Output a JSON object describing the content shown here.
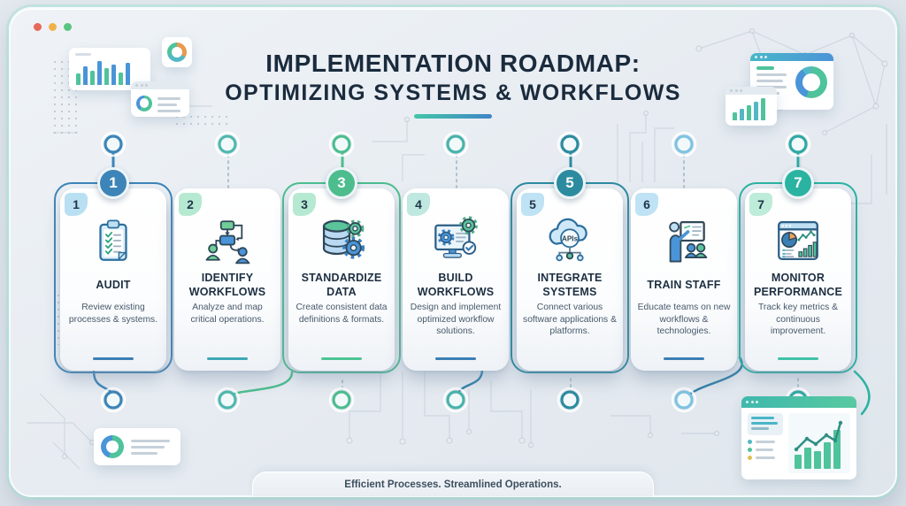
{
  "window": {
    "dots": [
      "#e8685a",
      "#f0b14a",
      "#58c581"
    ]
  },
  "header": {
    "title_line1": "IMPLEMENTATION ROADMAP:",
    "title_line2": "OPTIMIZING SYSTEMS & WORKFLOWS",
    "accent_gradient": [
      "#43c6a8",
      "#3f85c6"
    ]
  },
  "footer": {
    "tagline": "Efficient Processes. Streamlined Operations."
  },
  "icons": {
    "api_label": "APIs"
  },
  "steps": [
    {
      "num": "1",
      "title": "AUDIT",
      "desc": "Review existing processes & systems.",
      "icon": "clipboard-checklist-icon",
      "outlined": true,
      "outline_color": "#3d85b8",
      "circle_color": "#3d85b8",
      "badge_bg": "#b9dff2",
      "underline": "#3b7fb4",
      "node_color": "#3d85b8"
    },
    {
      "num": "2",
      "title": "IDENTIFY WORKFLOWS",
      "desc": "Analyze and map critical operations.",
      "icon": "flowchart-people-icon",
      "outlined": false,
      "badge_bg": "#b6e9d1",
      "underline": "#3fa8b5",
      "node_color": "#4fb8ae"
    },
    {
      "num": "3",
      "title": "STANDARDIZE DATA",
      "desc": "Create consistent data definitions & formats.",
      "icon": "database-gears-icon",
      "outlined": true,
      "outline_color": "#4dbd8e",
      "circle_color": "#4dbd8e",
      "badge_bg": "#b6e9d1",
      "underline": "#4ec494",
      "node_color": "#4dbd8e"
    },
    {
      "num": "4",
      "title": "BUILD WORKFLOWS",
      "desc": "Design and implement optimized workflow solutions.",
      "icon": "monitor-gears-icon",
      "outlined": false,
      "badge_bg": "#bfe8e0",
      "underline": "#3b7fb4",
      "node_color": "#49b3ab"
    },
    {
      "num": "5",
      "title": "INTEGRATE SYSTEMS",
      "desc": "Connect various software applications & platforms.",
      "icon": "cloud-apis-icon",
      "outlined": true,
      "outline_color": "#2d8ba0",
      "circle_color": "#2d8ba0",
      "badge_bg": "#bfe2f4",
      "underline": null,
      "node_color": "#2d8ba0"
    },
    {
      "num": "6",
      "title": "TRAIN STAFF",
      "desc": "Educate teams on new workflows & technologies.",
      "icon": "trainer-presentation-icon",
      "outlined": false,
      "badge_bg": "#bfe2f4",
      "underline": "#3b7fb4",
      "node_color": "#7fc3e0"
    },
    {
      "num": "7",
      "title": "MONITOR PERFORMANCE",
      "desc": "Track key metrics & continuous improvement.",
      "icon": "dashboard-charts-icon",
      "outlined": true,
      "outline_color": "#2bb3a2",
      "circle_color": "#2bb3a2",
      "badge_bg": "#bdecd9",
      "underline": "#3fc2a8",
      "node_color": "#2fa9a5"
    }
  ]
}
